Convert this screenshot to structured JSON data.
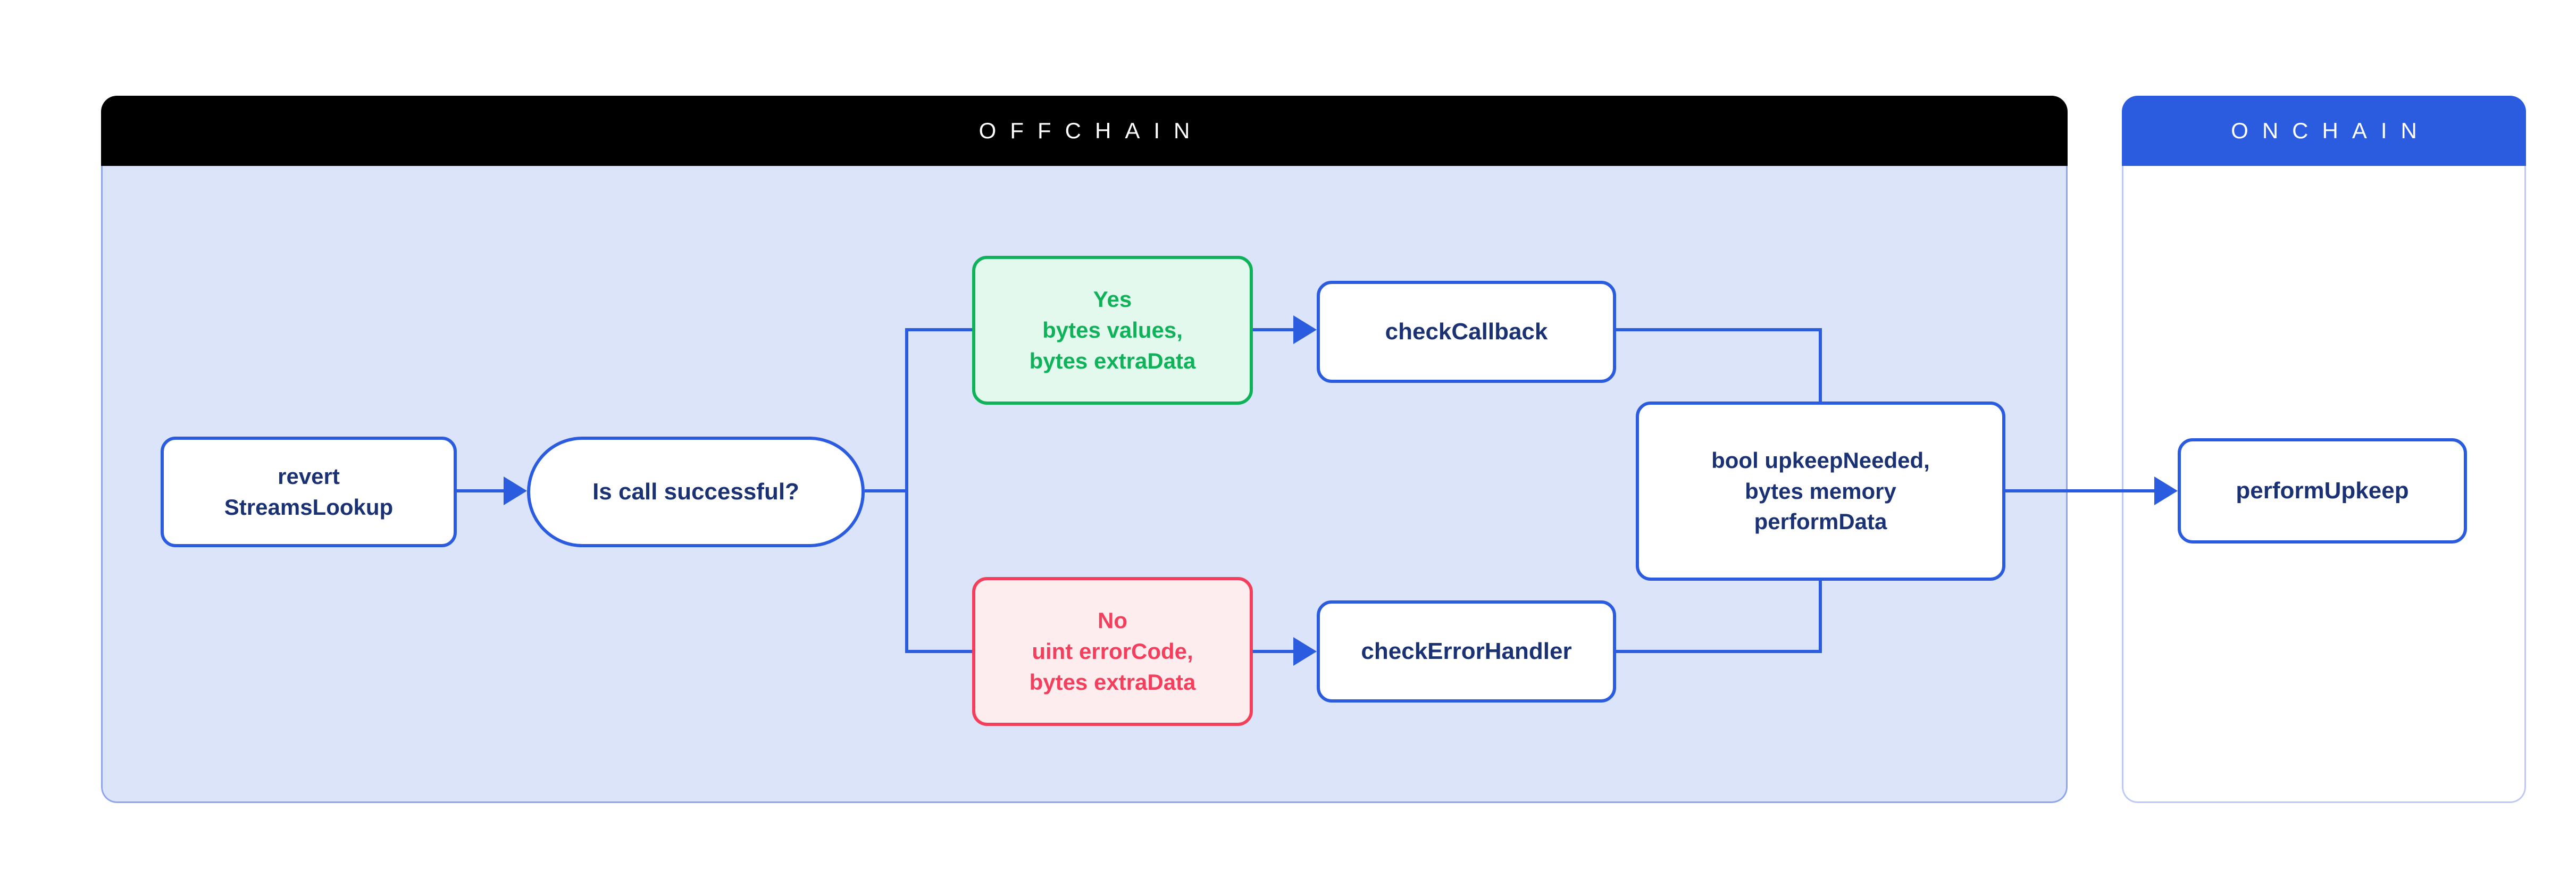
{
  "offchain_panel": {
    "title": "OFFCHAIN"
  },
  "onchain_panel": {
    "title": "ONCHAIN"
  },
  "nodes": {
    "revert": {
      "lines": [
        "revert",
        "StreamsLookup"
      ]
    },
    "decision": {
      "label": "Is call successful?"
    },
    "yes": {
      "lines": [
        "Yes",
        "bytes values,",
        "bytes extraData"
      ]
    },
    "no": {
      "lines": [
        "No",
        "uint errorCode,",
        "bytes extraData"
      ]
    },
    "check_callback": {
      "label": "checkCallback"
    },
    "check_error_handler": {
      "label": "checkErrorHandler"
    },
    "upkeep_needed": {
      "lines": [
        "bool upkeepNeeded,",
        "bytes memory",
        "performData"
      ]
    },
    "perform_upkeep": {
      "label": "performUpkeep"
    }
  },
  "colors": {
    "blue": "#2b5ce0",
    "navy": "#1a3274",
    "green": "#0fb259",
    "green-fill": "#e4f9ee",
    "red": "#f43f5c",
    "red-fill": "#fdedef",
    "offchain-fill": "#dbe4f8",
    "offchain-border": "#8da5ea",
    "onchain-border": "#bcc9f4",
    "black": "#000000",
    "white": "#ffffff"
  }
}
